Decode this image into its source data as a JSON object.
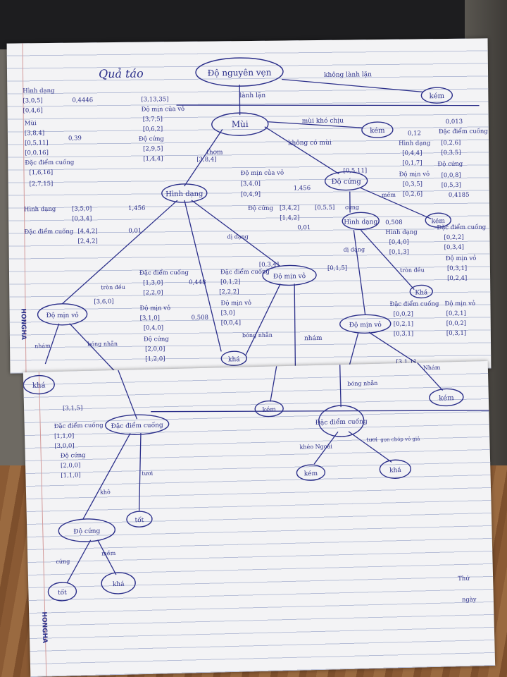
{
  "brand": "HONGHA",
  "title": "Quả táo",
  "root": "Độ nguyên vẹn",
  "nodes": {
    "kem_top": "kém",
    "mui": "Mùi",
    "kem_mui": "kém",
    "hinh_dang_mid": "Hình dạng",
    "do_cung_right": "Độ cứng",
    "hinh_dang_right": "Hình dạng",
    "kem_right": "kém",
    "do_min_vo_left": "Độ mịn vỏ",
    "do_min_vo_mid": "Độ mịn vỏ",
    "kha_mid": "khá",
    "kha_right": "Khá",
    "do_min_vo_right": "Độ mịn vỏ",
    "kha_left": "khá",
    "kem_bottom_right": "kém",
    "kem_bottom_mid": "kém",
    "dac_diem_cuong": "Đặc điểm cuống",
    "dac_diem_cuong_right": "Đặc điểm cuống",
    "tot_right": "tốt",
    "do_cung_bottom": "Độ cứng",
    "tot_bottom": "tốt",
    "kha_bottom": "khá",
    "kem_bottom": "kém",
    "kha_bottom_right": "khá"
  },
  "edges": {
    "lanh_lan": "lành lặn",
    "khong_lanh_lan": "không lành lặn",
    "mui_kho_chiu": "mùi khó chịu",
    "khong_co_mui": "không có mùi",
    "thom": "thơm",
    "mem": "mềm",
    "cung": "cứng",
    "tron_deu": "tròn đều",
    "di_dang_mid": "dị dạng",
    "di_dang_right": "dị dạng",
    "tron_deu_right": "tròn đều",
    "bong_nhan_mid": "bóng nhẵn",
    "nham": "nhám",
    "nham_left": "nhám",
    "bong_nhan_left": "bóng nhẵn",
    "bong_nhan_right": "bóng nhẵn",
    "nham_right": "Nhám",
    "kheo_ngoai": "khéo Ngoài",
    "tuoi_right": "tươi",
    "gon_chop": "gọn chóp vỏ giả",
    "kho": "khô",
    "tuoi": "tươi",
    "cung_bottom": "cứng",
    "mem_bottom": "mềm"
  },
  "notes": [
    "Hình dạng",
    "[3,0,5]",
    "0,4446",
    "[0,4,6]",
    "Mùi",
    "[3,8,4]",
    "0,39",
    "[0,5,11]",
    "[0,0,16]",
    "Đặc điểm cuống",
    "[1,6,16]",
    "[2,7,15]",
    "[3,13,35]",
    "Độ mịn của vỏ",
    "[3,7,5]",
    "[0,6,2]",
    "Độ cứng",
    "[2,9,5]",
    "[1,4,4]",
    "[3,8,4]",
    "Độ mịn của vỏ",
    "[3,4,0]",
    "1,456",
    "[0,4,9]",
    "Độ cứng",
    "[3,4,2]",
    "[1,4,2]",
    "0,01",
    "Hình dạng",
    "[3,5,0]",
    "1,456",
    "[0,3,4]",
    "Đặc điểm cuống",
    "[4,4,2]",
    "0,01",
    "[2,4,2]",
    "[3,6,0]",
    "Đặc điểm cuống",
    "[1,3,0]",
    "0,448",
    "[2,2,0]",
    "Độ mịn vỏ",
    "[3,1,0]",
    "0,508",
    "[0,4,0]",
    "Độ cứng",
    "[2,0,0]",
    "[1,2,0]",
    "Đặc điểm cuống",
    "[0,1,2]",
    "[2,2,2]",
    "Độ mịn vỏ",
    "[3,0]",
    "[0,0,4]",
    "[0,3,4]",
    "[3,1,1]",
    "[0,5,11]",
    "0,12",
    "Hình dạng",
    "[0,4,4]",
    "[0,1,7]",
    "Độ mịn vỏ",
    "[0,3,5]",
    "[0,2,6]",
    "0,013",
    "Đặc điểm cuống",
    "[0,2,6]",
    "[0,3,5]",
    "Độ cứng",
    "[0,0,8]",
    "[0,5,3]",
    "0,4185",
    "[0,5,5]",
    "0,508",
    "Hình dạng",
    "[0,4,0]",
    "[0,1,3]",
    "Đặc điểm cuống",
    "[0,2,2]",
    "[0,3,4]",
    "Độ mịn vỏ",
    "[0,3,1]",
    "[0,2,4]",
    "[0,1,5]",
    "Đặc điểm cuống",
    "[0,0,2]",
    "[0,2,1]",
    "[0,3,1]",
    "Độ mịn vỏ",
    "[0,2,1]",
    "[0,0,2]",
    "[0,3,1]",
    "[3,1,5]",
    "Đặc điểm cuống",
    "[1,1,0]",
    "[3,0,0]",
    "Độ cứng",
    "[2,0,0]",
    "[1,1,0]",
    "Thứ",
    "ngày"
  ]
}
